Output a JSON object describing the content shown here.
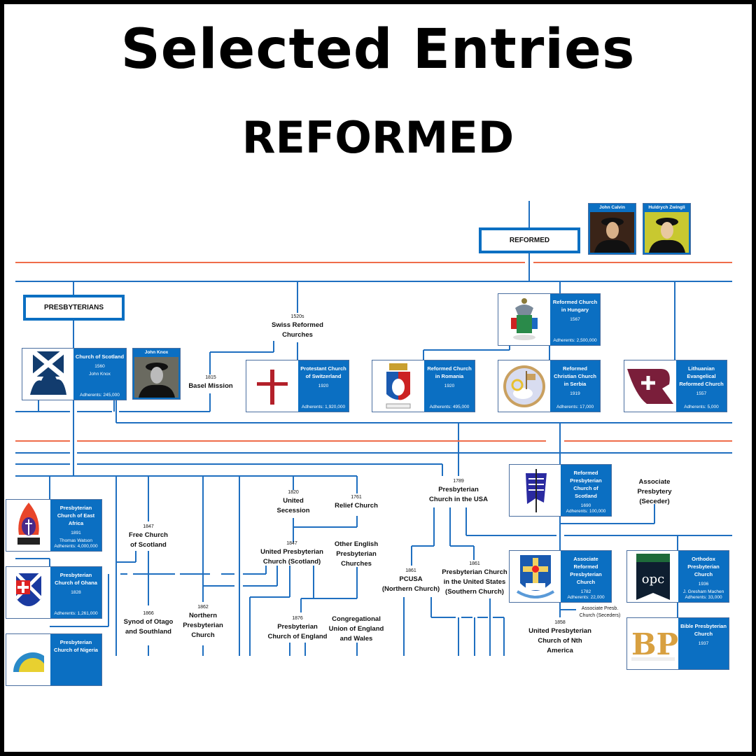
{
  "title": "Selected Entries",
  "subtitle": "REFORMED",
  "colors": {
    "box_blue": "#0b6fc2",
    "line_blue": "#1f6fc0",
    "line_orange": "#ef6c4a"
  },
  "headers": {
    "reformed": "REFORMED",
    "presbyterians": "PRESBYTERIANS"
  },
  "portraits": [
    {
      "name": "John Calvin"
    },
    {
      "name": "Huldrych Zwingli"
    },
    {
      "name": "John Knox"
    }
  ],
  "cards": [
    {
      "name": "Church of Scotland",
      "year": "1560",
      "founder": "John Knox",
      "adherents": "Adherents: 245,000",
      "logo": "saltire-burning-bush-icon"
    },
    {
      "name": "Protestant Church of Switzerland",
      "year": "1920",
      "adherents": "Adherents: 1,920,000",
      "logo": "red-cross-icon"
    },
    {
      "name": "Reformed Church in Hungary",
      "year": "1567",
      "adherents": "Adherents: 2,500,000",
      "logo": "coat-of-arms-icon"
    },
    {
      "name": "Reformed Church in Romania",
      "year": "1920",
      "adherents": "Adherents: 495,000",
      "logo": "pelican-crest-icon"
    },
    {
      "name": "Reformed Christian Church in Serbia",
      "year": "1919",
      "adherents": "Adherents: 17,000",
      "logo": "lamb-seal-icon"
    },
    {
      "name": "Lithuanian Evangelical Reformed Church",
      "year": "1557",
      "adherents": "Adherents: 5,000",
      "logo": "r-cross-icon"
    },
    {
      "name": "Presbyterian Church of East Africa",
      "year": "1891",
      "founder": "Thomas Watson",
      "adherents": "Adherents: 4,000,000",
      "logo": "flame-crest-icon"
    },
    {
      "name": "Presbyterian Church of Ghana",
      "year": "1828",
      "adherents": "Adherents: 1,261,000",
      "logo": "cross-shield-icon"
    },
    {
      "name": "Presbyterian Church of Nigeria",
      "year": "",
      "logo": "round-seal-icon"
    },
    {
      "name": "Reformed Presbyterian Church of Scotland",
      "year": "1690",
      "adherents": "Adherents: 100,000",
      "logo": "banner-icon"
    },
    {
      "name": "Associate Reformed Presbyterian Church",
      "year": "1782",
      "adherents": "Adherents: 22,000",
      "logo": "cross-shield-book-icon"
    },
    {
      "name": "Orthodox Presbyterian Church",
      "year": "1936",
      "founder": "J. Gresham Machen",
      "adherents": "Adherents: 33,000",
      "logo": "opc-banner-icon"
    },
    {
      "name": "Bible Presbyterian Church",
      "year": "1937",
      "logo": "bpc-letters-icon"
    }
  ],
  "labels": [
    {
      "year": "1520s",
      "text": "Swiss Reformed\nChurches"
    },
    {
      "year": "1815",
      "text": "Basel Mission"
    },
    {
      "year": "1847",
      "text": "Free Church\nof Scotland"
    },
    {
      "year": "1866",
      "text": "Synod of Otago\nand Southland"
    },
    {
      "year": "1862",
      "text": "Northern\nPresbyterian\nChurch"
    },
    {
      "year": "1820",
      "text": "United\nSecession"
    },
    {
      "year": "1761",
      "text": "Relief Church"
    },
    {
      "year": "1847",
      "text": "United Presbyterian\nChurch (Scotland)"
    },
    {
      "year": "",
      "text": "Other English\nPresbyterian\nChurches"
    },
    {
      "year": "1876",
      "text": "Presbyterian\nChurch of England"
    },
    {
      "year": "",
      "text": "Congregational\nUnion of England\nand Wales"
    },
    {
      "year": "1789",
      "text": "Presbyterian\nChurch in the USA"
    },
    {
      "year": "1861",
      "text": "PCUSA\n(Northern Church)"
    },
    {
      "year": "1861",
      "text": "Presbyterian Church\nin the United States\n(Southern Church)"
    },
    {
      "year": "",
      "text": "Associate\nPresbytery\n(Seceder)"
    },
    {
      "year": "",
      "text": "Associate Presb.\nChurch (Seceders)",
      "small": true
    },
    {
      "year": "1858",
      "text": "United Presbyterian\nChurch of Nth\nAmerica"
    }
  ]
}
